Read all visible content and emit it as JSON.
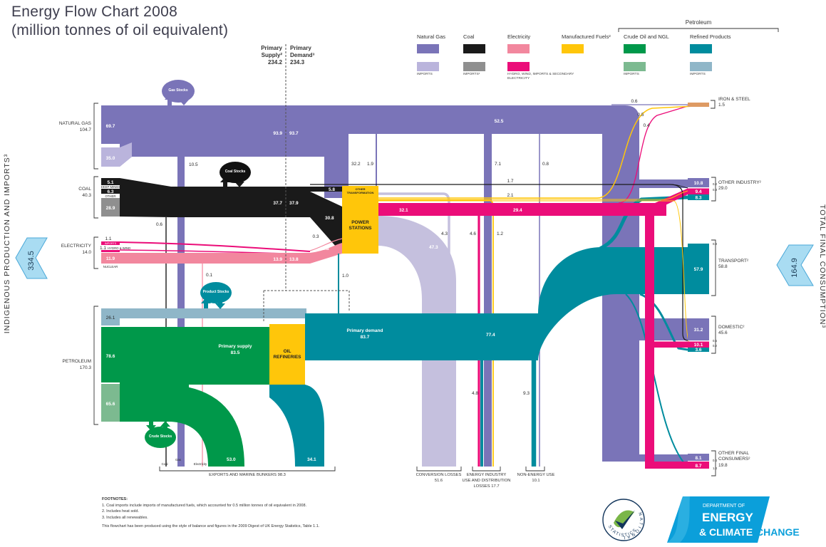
{
  "title": {
    "line1": "Energy Flow Chart 2008",
    "line2": "(million tonnes of oil equivalent)"
  },
  "headers": {
    "supply_l1": "Primary",
    "supply_l2": "Supply²",
    "supply_value": "234.2",
    "demand_l1": "Primary",
    "demand_l2": "Demand³",
    "demand_value": "234.3"
  },
  "axes": {
    "left_label": "INDIGENOUS PRODUCTION AND IMPORTS³",
    "left_total": "334.5",
    "right_label": "TOTAL FINAL CONSUMPTION³",
    "right_total": "164.9"
  },
  "legend": {
    "petroleum_group": "Petroleum",
    "items": [
      {
        "label": "Natural Gas",
        "sub": "IMPORTS"
      },
      {
        "label": "Coal",
        "sub": "IMPORTS¹"
      },
      {
        "label": "Electricity",
        "sub": "HYDRO, WIND, IMPORTS & SECONDARY ELECTRICITY"
      },
      {
        "label": "Manufactured Fuels²",
        "sub": ""
      },
      {
        "label": "Crude Oil and NGL",
        "sub": "IMPORTS"
      },
      {
        "label": "Refined Products",
        "sub": "IMPORTS"
      }
    ]
  },
  "colors": {
    "gas": "#7A74B8",
    "gas_imports": "#BAB4DC",
    "coal": "#1A1A1A",
    "coal_imports": "#8F8F8F",
    "electricity": "#F2879E",
    "electricity_secondary": "#EB0D79",
    "manufactured_fuels": "#FFC60A",
    "crude": "#00984A",
    "crude_imports": "#7CBA90",
    "refined": "#008C9E",
    "refined_imports": "#8FB6C8",
    "losses": "#C5C0DE",
    "arrow": "#A9DCF2",
    "decc_blue": "#0B9FDA"
  },
  "chart_data": {
    "type": "sankey",
    "unit": "million tonnes of oil equivalent",
    "totals": {
      "indigenous_production_and_imports": "334.5",
      "primary_supply": "234.2",
      "primary_demand": "234.3",
      "total_final_consumption": "164.9"
    },
    "sources": [
      {
        "name": "NATURAL GAS",
        "total": "104.7",
        "segments": [
          {
            "label": "",
            "value": "69.7"
          },
          {
            "label": "",
            "value": "35.0"
          }
        ]
      },
      {
        "name": "COAL",
        "total": "40.3",
        "segments": [
          {
            "label": "DEEP MINED",
            "value": "5.1"
          },
          {
            "label": "OTHER",
            "value": "6.3"
          },
          {
            "label": "",
            "value": "28.9"
          }
        ]
      },
      {
        "name": "ELECTRICITY",
        "total": "14.0",
        "segments": [
          {
            "label": "IMPORTS",
            "value": "1.1"
          },
          {
            "label": "HYDRO & WIND",
            "value": "1.1"
          },
          {
            "label": "NUCLEAR",
            "value": "11.9"
          }
        ]
      },
      {
        "name": "PETROLEUM",
        "total": "170.3",
        "segments": [
          {
            "label": "",
            "value": "26.1"
          },
          {
            "label": "",
            "value": "78.6"
          },
          {
            "label": "",
            "value": "65.6"
          }
        ]
      }
    ],
    "destinations": [
      {
        "name": "IRON & STEEL",
        "total": "1.5",
        "segments": [],
        "side_values": []
      },
      {
        "name": "OTHER INDUSTRY²",
        "total": "29.0",
        "segments": [
          {
            "value": "10.8"
          },
          {
            "value": "9.4"
          },
          {
            "value": "8.3"
          }
        ],
        "side_values": [
          "0.2",
          "0.3"
        ]
      },
      {
        "name": "TRANSPORT²",
        "total": "58.8",
        "segments": [
          {
            "value": "57.9"
          }
        ],
        "side_values": [
          "0.9"
        ]
      },
      {
        "name": "DOMESTIC²",
        "total": "45.6",
        "segments": [
          {
            "value": "31.2"
          },
          {
            "value": "10.1"
          },
          {
            "value": "3.6"
          }
        ],
        "side_values": [
          "0.5",
          "0.2"
        ]
      },
      {
        "name": "OTHER FINAL CONSUMERS²",
        "total": "19.8",
        "segments": [
          {
            "value": "8.1"
          },
          {
            "value": "8.7"
          }
        ],
        "side_values": [
          "0.4",
          "1.4"
        ]
      }
    ],
    "flows": {
      "gas_supply": "93.9",
      "gas_demand": "93.7",
      "coal_supply": "37.7",
      "coal_demand": "37.9",
      "electricity_supply": "13.9",
      "electricity_demand": "13.8",
      "oil_supply_label": "Primary supply",
      "oil_supply": "83.5",
      "oil_demand_label": "Primary demand",
      "oil_demand": "83.7",
      "gas_exports": "10.5",
      "coal_exports": "0.6",
      "electricity_exports": "0.1",
      "gas_to_power_stations": "32.2",
      "gas_to_other_transformation": "1.9",
      "coal_to_other_transformation": "5.8",
      "coal_to_power_stations": "30.8",
      "electricity_to_other_transformation": "0.3",
      "electricity_to_power_stations": "13.8",
      "refined_to_power_stations": "1.0",
      "gas_to_final": "52.5",
      "gas_to_energy_industry": "7.1",
      "gas_to_non_energy": "0.8",
      "coal_to_final": "1.7",
      "manufactured_fuels_to_final": "2.1",
      "electricity_generated": "32.1",
      "electricity_to_final": "29.4",
      "power_station_losses": "47.3",
      "other_transformation_losses": "4.3",
      "electricity_to_energy_industry": "4.6",
      "manufactured_fuels_to_energy_industry": "1.2",
      "oil_to_final": "77.4",
      "oil_to_energy_industry": "4.8",
      "oil_to_non_energy": "9.3",
      "crude_exports": "53.0",
      "refined_exports": "34.1",
      "gas_to_iron_steel": "0.6",
      "manufactured_fuels_to_iron_steel": "0.5",
      "electricity_to_iron_steel": "0.4"
    },
    "sinks": {
      "exports": {
        "label": "EXPORTS AND MARINE BUNKERS",
        "total": "98.3",
        "sub_labels": [
          "Coal",
          "Gas",
          "Electricity"
        ]
      },
      "conversion_losses": {
        "label": "CONVERSION LOSSES",
        "total": "51.6"
      },
      "energy_industry": {
        "line1": "ENERGY INDUSTRY",
        "line2": "USE AND DISTRIBUTION",
        "line3": "LOSSES",
        "total": "17.7"
      },
      "non_energy": {
        "label": "NON-ENERGY USE",
        "total": "10.1"
      }
    },
    "boxes": {
      "power_stations": "POWER STATIONS",
      "other_transformation": "OTHER TRANSFORMATION",
      "oil_refineries": "OIL REFINERIES"
    },
    "stocks": {
      "gas": "Gas Stocks",
      "coal": "Coal Stocks",
      "product": "Product Stocks",
      "crude": "Crude Stocks"
    }
  },
  "footnotes": {
    "heading": "FOOTNOTES:",
    "lines": [
      "1. Coal imports include imports of manufactured fuels, which accounted for 0.5 million tonnes of oil equivalent in 2008.",
      "2. Includes heat sold.",
      "3. Includes all renewables."
    ],
    "note": "This flowchart has been produced using the style of balance and figures in the 2009 Digest of UK Energy Statistics, Table 1.1."
  },
  "logos": {
    "national_statistics_top": "NATIONAL",
    "national_statistics_bottom": "STATISTICS",
    "decc_line1": "DEPARTMENT OF",
    "decc_line2": "ENERGY",
    "decc_line3": "& CLIMATE",
    "decc_line4": "CHANGE"
  }
}
